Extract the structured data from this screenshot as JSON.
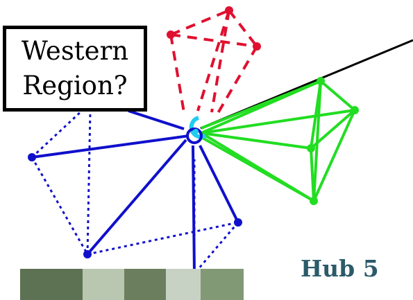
{
  "callout": {
    "line1": "Western",
    "line2": "Region?"
  },
  "hub_label": "Hub 5",
  "colors": {
    "blue": "#1010cc",
    "green": "#22dd22",
    "red": "#e01030",
    "cyan": "#22ccee",
    "black": "#000000",
    "title": "#2c5a69"
  },
  "photo": {
    "description_icon": "tree-photo"
  }
}
